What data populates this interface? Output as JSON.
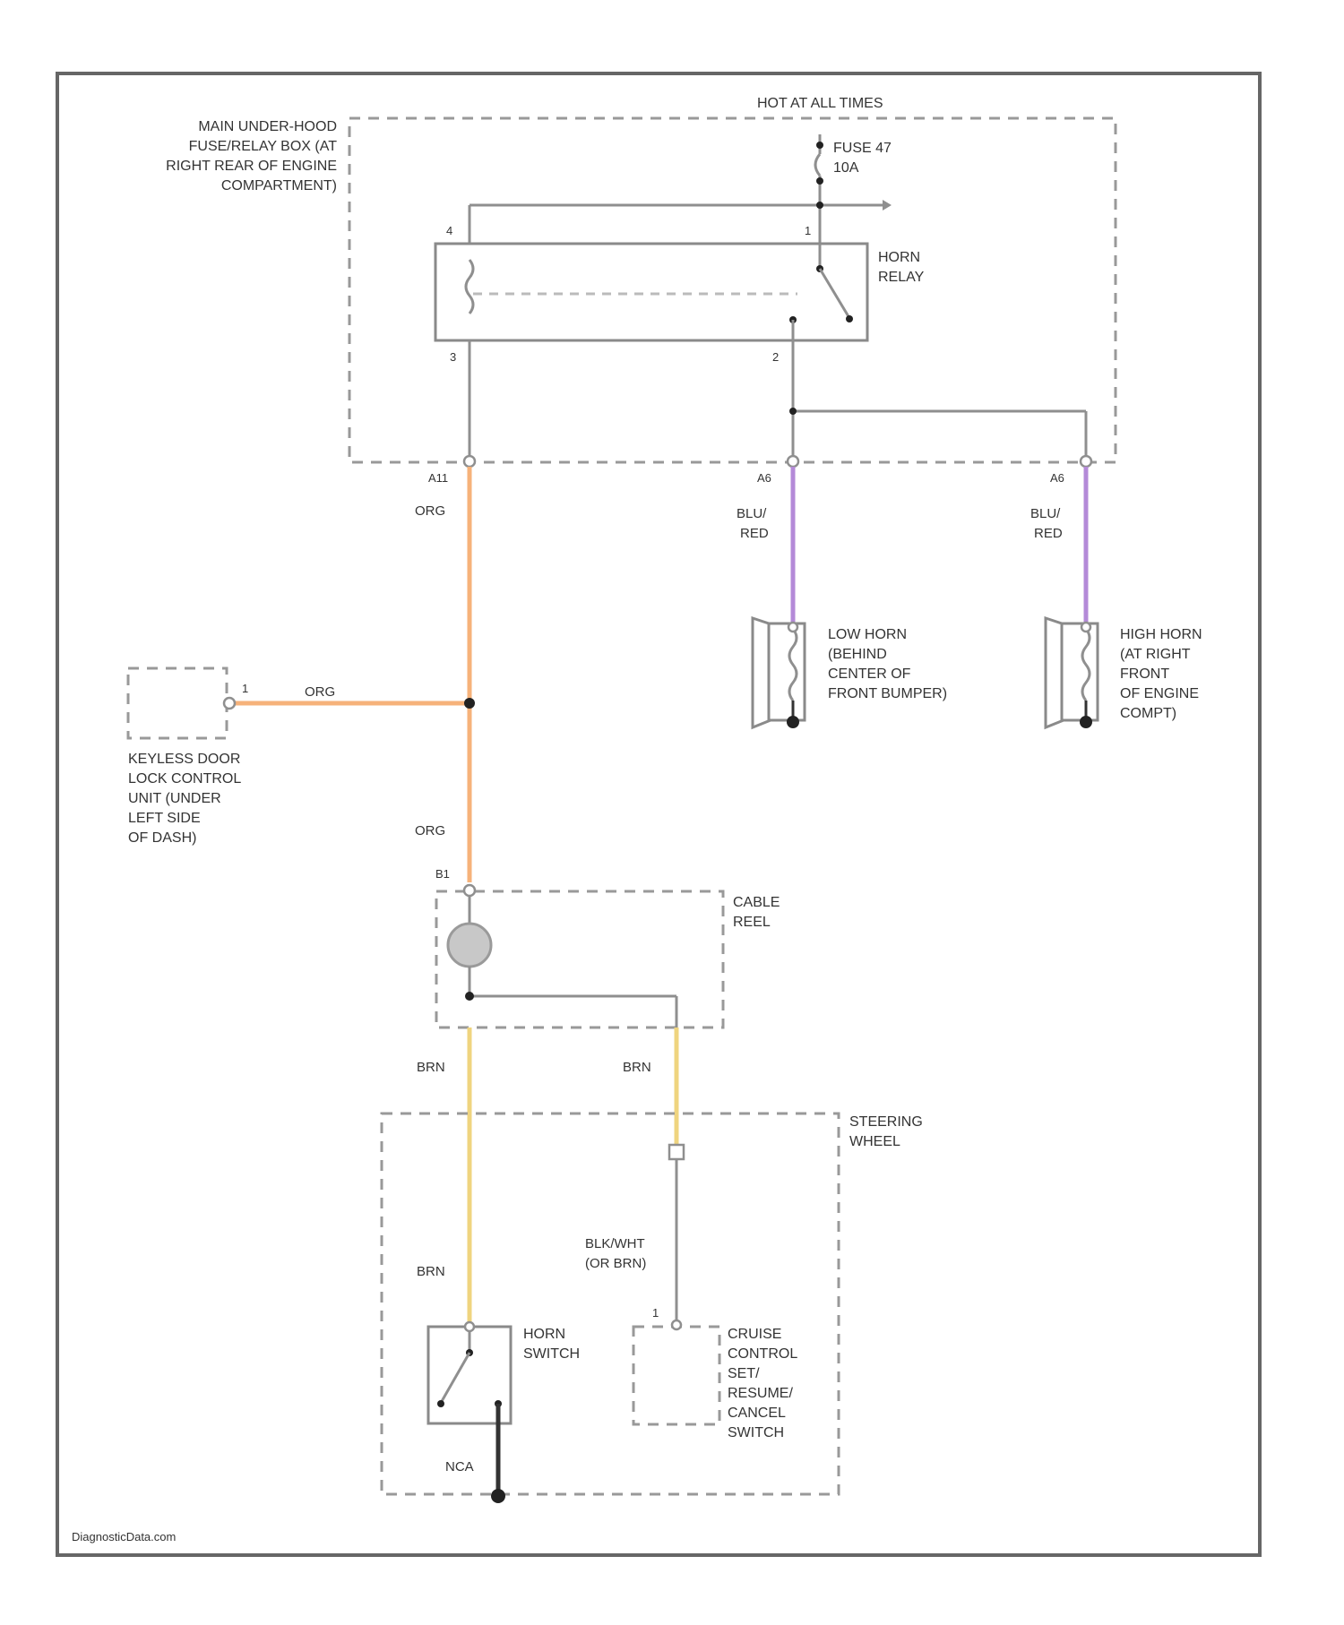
{
  "colors": {
    "org": "#f6b27a",
    "blu_red": "#b48ad8",
    "brn": "#efd47f",
    "gray": "#8f8f8f",
    "ground": "#333333"
  },
  "labels": {
    "hot_at_all_times": "HOT AT ALL TIMES",
    "fuse_box": [
      "MAIN UNDER-HOOD",
      "FUSE/RELAY BOX (AT",
      "RIGHT REAR OF ENGINE",
      "COMPARTMENT)"
    ],
    "fuse": [
      "FUSE 47",
      "10A"
    ],
    "horn_relay": [
      "HORN",
      "RELAY"
    ],
    "low_horn": [
      "LOW HORN",
      "(BEHIND",
      "CENTER OF",
      "FRONT BUMPER)"
    ],
    "high_horn": [
      "HIGH HORN",
      "(AT RIGHT",
      "FRONT",
      "OF ENGINE",
      "COMPT)"
    ],
    "keyless": [
      "KEYLESS DOOR",
      "LOCK CONTROL",
      "UNIT (UNDER",
      "LEFT SIDE",
      "OF DASH)"
    ],
    "cable_reel": [
      "CABLE",
      "REEL"
    ],
    "steering_wheel": [
      "STEERING",
      "WHEEL"
    ],
    "horn_switch": [
      "HORN",
      "SWITCH"
    ],
    "cruise_switch": [
      "CRUISE",
      "CONTROL",
      "SET/",
      "RESUME/",
      "CANCEL",
      "SWITCH"
    ],
    "footer": "DiagnosticData.com"
  },
  "wire_labels": {
    "org_a": "ORG",
    "org_b": "ORG",
    "org_c": "ORG",
    "blu_red_1": [
      "BLU/",
      "RED"
    ],
    "blu_red_2": [
      "BLU/",
      "RED"
    ],
    "brn_1": "BRN",
    "brn_2": "BRN",
    "brn_3": "BRN",
    "blk_wht": [
      "BLK/WHT",
      "(OR BRN)"
    ],
    "nca": "NCA"
  },
  "pins": {
    "relay_4": "4",
    "relay_1": "1",
    "relay_3": "3",
    "relay_2": "2",
    "a11": "A11",
    "a6_low": "A6",
    "a6_high": "A6",
    "keyless_pin": "1",
    "b1": "B1",
    "cruise_pin": "1"
  }
}
